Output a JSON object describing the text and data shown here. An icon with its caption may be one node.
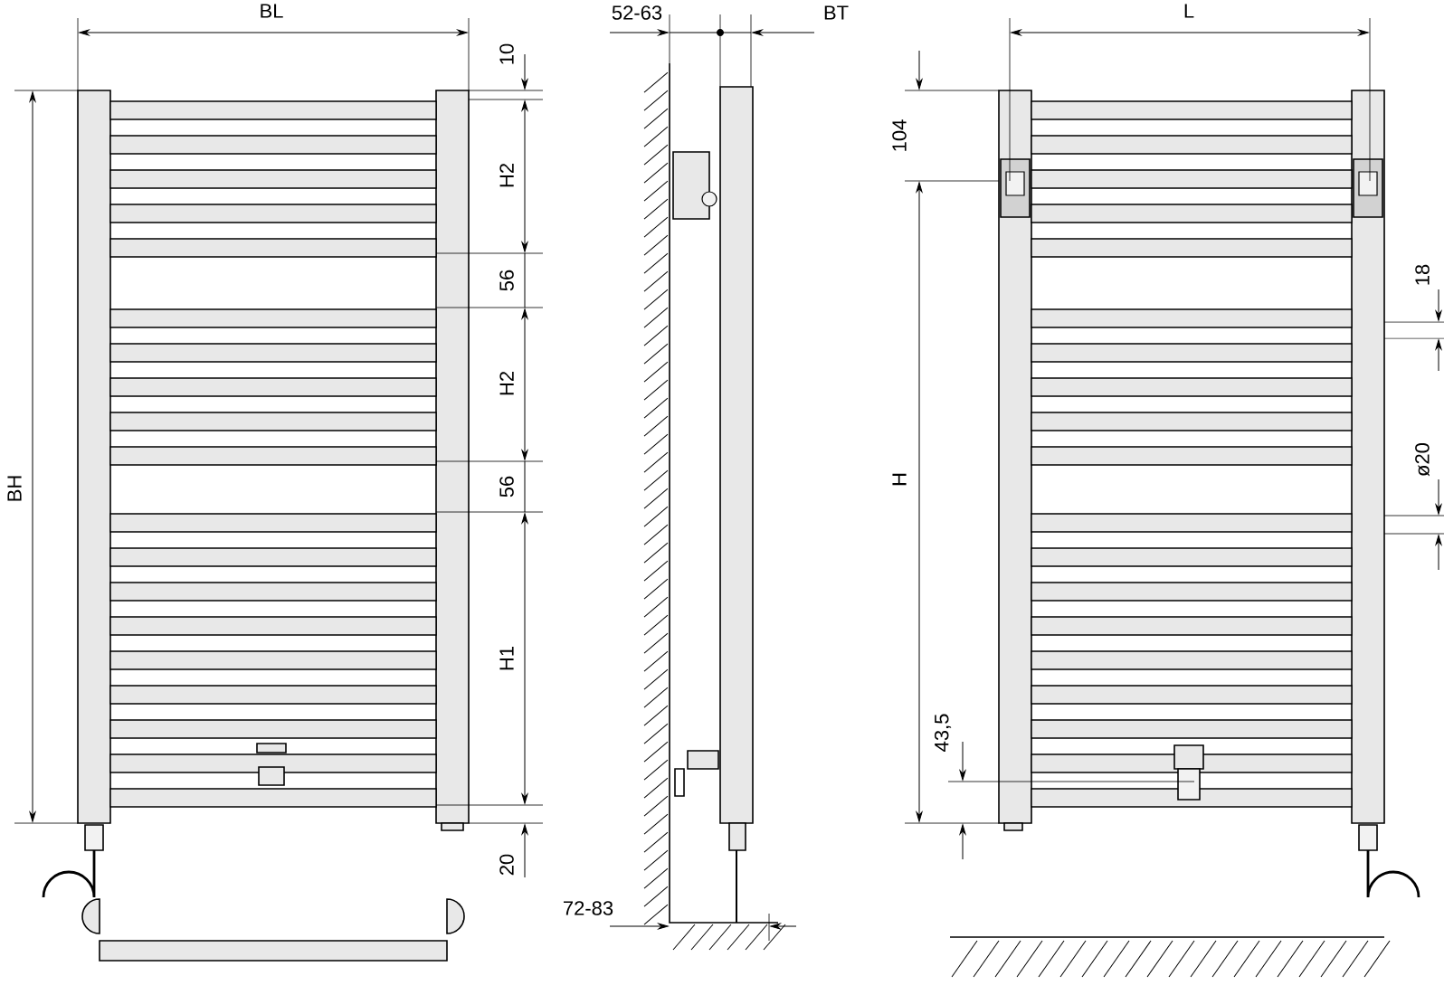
{
  "diagram": {
    "labels": [
      "BL",
      "10",
      "H2",
      "56",
      "H2",
      "56",
      "H1",
      "20",
      "BH",
      "52-63",
      "BT",
      "72-83",
      "L",
      "104",
      "18",
      "ø20",
      "H",
      "43,5"
    ]
  }
}
